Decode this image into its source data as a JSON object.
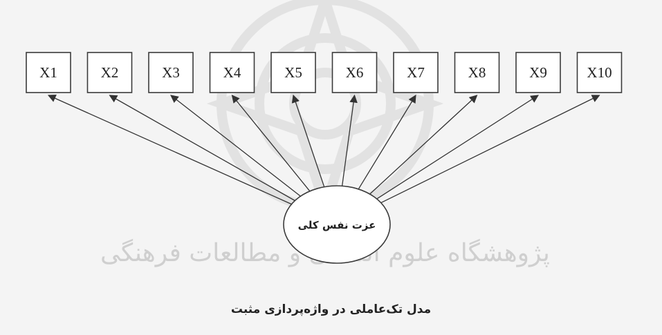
{
  "diagram": {
    "indicators": [
      "X1",
      "X2",
      "X3",
      "X4",
      "X5",
      "X6",
      "X7",
      "X8",
      "X9",
      "X10"
    ],
    "latent_factor": "عزت نفس کلی",
    "caption": "مدل تک‌عاملی در واژه‌پردازی مثبت"
  },
  "watermark": {
    "text": "پژوهشگاه علوم انسانی و مطالعات فرهنگی"
  },
  "colors": {
    "background": "#f4f4f4",
    "stroke": "#3a3a3a",
    "watermark": "#d0d0d0"
  }
}
